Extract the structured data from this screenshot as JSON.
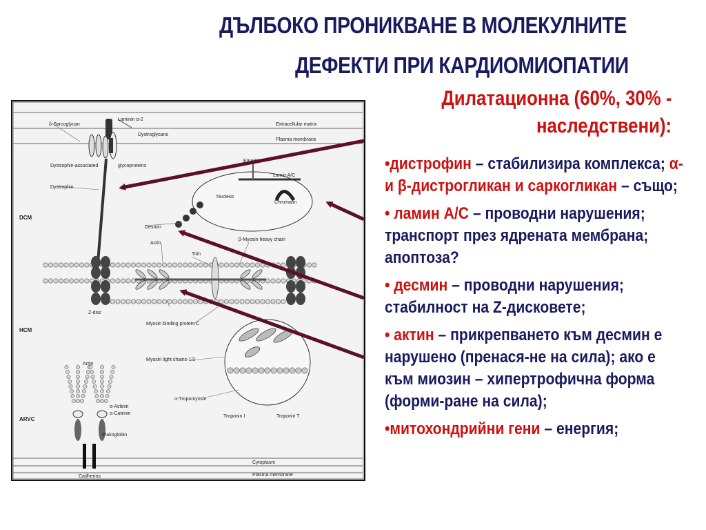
{
  "title": {
    "line1": "ДЪЛБОКО ПРОНИКВАНЕ В МОЛЕКУЛНИТЕ",
    "line2": "ДЕФЕКТИ ПРИ КАРДИОМИОПАТИИ"
  },
  "subtitle": {
    "line1": "Дилатационна (60%, 30% -",
    "line2": "наследствени):"
  },
  "bullets": [
    {
      "marker": "•",
      "term": "дистрофин",
      "t1": " – стабилизира комплекса; ",
      "alpha": "α",
      "t2": "- и ",
      "beta": "β",
      "term2": "-дистрогликан и саркогликан",
      "t3": " – също;"
    },
    {
      "marker": "• ",
      "term": "ламин А/С",
      "text": " – проводни нарушения; транспорт през ядрената мембрана; апоптоза?"
    },
    {
      "marker": "• ",
      "term": "десмин",
      "text": " – проводни нарушения; стабилност на Z-дисковете;"
    },
    {
      "marker": "• ",
      "term": "актин",
      "text": " – прикрепването към десмин е нарушено (пренася-не на сила); ако е към миозин – хипертрофична форма (форми-ране на сила);"
    },
    {
      "marker": "•",
      "term": "митохондрийни гени",
      "text": " – енергия;"
    }
  ],
  "diagram": {
    "labels": {
      "laminin": "Laminin α-2",
      "sarcoglycan": "δ-Sarcoglycan",
      "dystroglycans": "Dystroglycans",
      "ecm": "Extracellular matrix",
      "plasma1": "Plasma membrane",
      "dag": "Dystrophin-associated",
      "glyco": "glycoproteins",
      "dystrophin": "Dystrophin",
      "emerin": "Emerin",
      "laminac": "Lamin A/C",
      "nucleus": "Nucleus",
      "chromatin": "Chromatin",
      "dcm": "DCM",
      "desmin": "Desmin",
      "actin": "Actin",
      "myosin": "β-Myosin heavy chain",
      "titin": "Titin",
      "zdisc": "Z-disc",
      "mbpc": "Myosin binding protein C",
      "hcm": "HCM",
      "mlc": "Myosin light chains-1/2",
      "actin2": "Actin",
      "actinin": "α-Actinin",
      "catenin": "α-Catenin",
      "tropomyosin": "α-Tropomyosin",
      "arvc": "ARVC",
      "plakoglobin": "Plakoglobin",
      "troponinI": "Troponin I",
      "troponinT": "Troponin T",
      "cytoplasm": "Cytoplasm",
      "cadherins": "Cadherins",
      "plasma2": "Plasma membrane"
    }
  },
  "colors": {
    "title": "#1a1a5e",
    "accent": "#cc1111",
    "arrow": "#5a0f2e"
  }
}
